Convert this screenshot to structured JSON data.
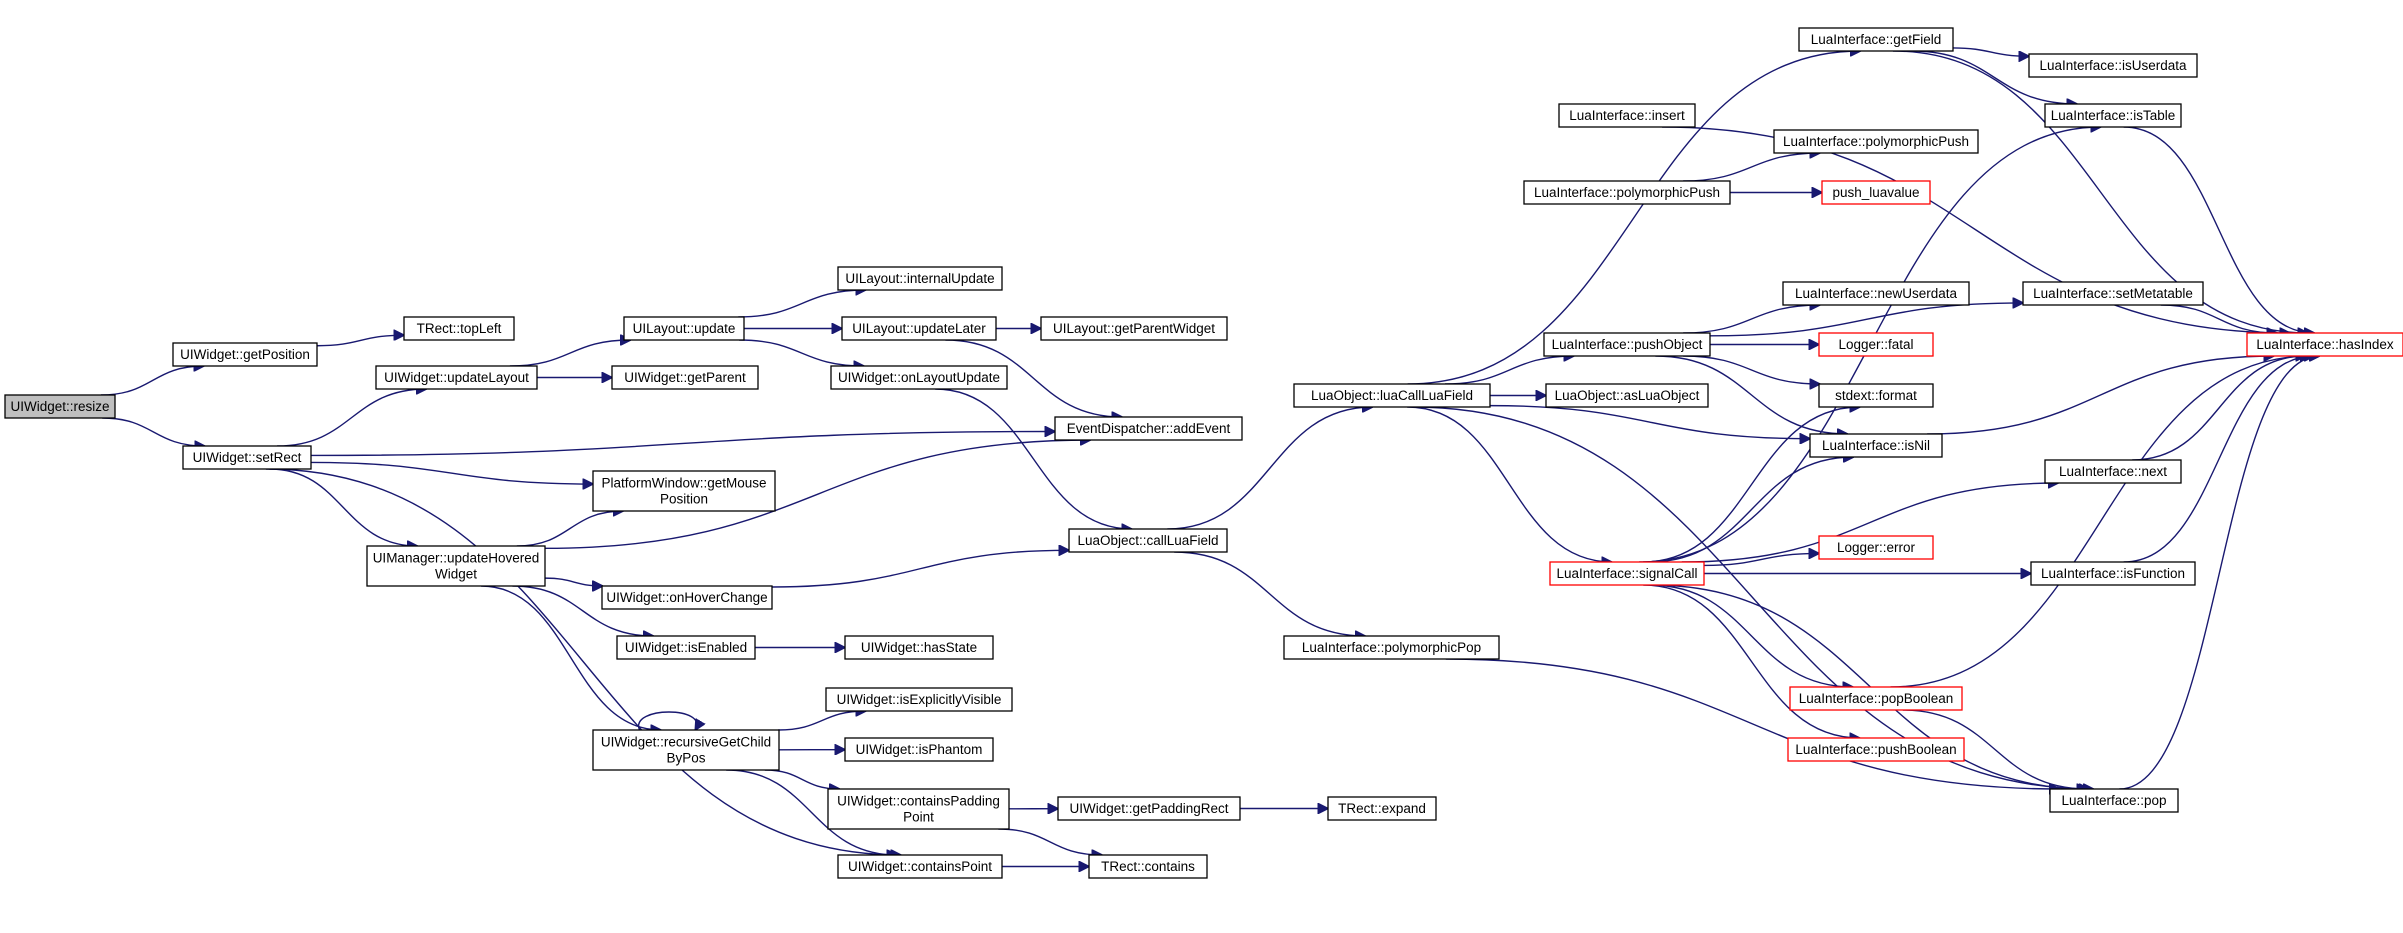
{
  "graph": {
    "edge_color": "#191970",
    "root_fill": "#bfbfbf",
    "highlight_border": "#ff0000",
    "nodes": [
      {
        "id": "resize",
        "lines": [
          "UIWidget::resize"
        ],
        "style": "root"
      },
      {
        "id": "getPosition",
        "lines": [
          "UIWidget::getPosition"
        ]
      },
      {
        "id": "setRect",
        "lines": [
          "UIWidget::setRect"
        ]
      },
      {
        "id": "topLeft",
        "lines": [
          "TRect::topLeft"
        ]
      },
      {
        "id": "updateLayout",
        "lines": [
          "UIWidget::updateLayout"
        ]
      },
      {
        "id": "updateHoveredWidget",
        "lines": [
          "UIManager::updateHovered",
          "Widget"
        ]
      },
      {
        "id": "getMousePosition",
        "lines": [
          "PlatformWindow::getMouse",
          "Position"
        ]
      },
      {
        "id": "recursiveGetChildByPos",
        "lines": [
          "UIWidget::recursiveGetChild",
          "ByPos"
        ]
      },
      {
        "id": "containsPoint",
        "lines": [
          "UIWidget::containsPoint"
        ]
      },
      {
        "id": "layoutUpdate",
        "lines": [
          "UILayout::update"
        ]
      },
      {
        "id": "getParent",
        "lines": [
          "UIWidget::getParent"
        ]
      },
      {
        "id": "onHoverChange",
        "lines": [
          "UIWidget::onHoverChange"
        ]
      },
      {
        "id": "isEnabled",
        "lines": [
          "UIWidget::isEnabled"
        ]
      },
      {
        "id": "internalUpdate",
        "lines": [
          "UILayout::internalUpdate"
        ]
      },
      {
        "id": "updateLater",
        "lines": [
          "UILayout::updateLater"
        ]
      },
      {
        "id": "onLayoutUpdate",
        "lines": [
          "UIWidget::onLayoutUpdate"
        ]
      },
      {
        "id": "hasState",
        "lines": [
          "UIWidget::hasState"
        ]
      },
      {
        "id": "isExplicitlyVisible",
        "lines": [
          "UIWidget::isExplicitlyVisible"
        ]
      },
      {
        "id": "isPhantom",
        "lines": [
          "UIWidget::isPhantom"
        ]
      },
      {
        "id": "containsPaddingPoint",
        "lines": [
          "UIWidget::containsPadding",
          "Point"
        ]
      },
      {
        "id": "getParentWidget",
        "lines": [
          "UILayout::getParentWidget"
        ]
      },
      {
        "id": "addEvent",
        "lines": [
          "EventDispatcher::addEvent"
        ]
      },
      {
        "id": "callLuaField",
        "lines": [
          "LuaObject::callLuaField"
        ]
      },
      {
        "id": "getPaddingRect",
        "lines": [
          "UIWidget::getPaddingRect"
        ]
      },
      {
        "id": "tContains",
        "lines": [
          "TRect::contains"
        ]
      },
      {
        "id": "expand",
        "lines": [
          "TRect::expand"
        ]
      },
      {
        "id": "luaCallLuaField",
        "lines": [
          "LuaObject::luaCallLuaField"
        ]
      },
      {
        "id": "polymorphicPop",
        "lines": [
          "LuaInterface::polymorphicPop"
        ]
      },
      {
        "id": "insert",
        "lines": [
          "LuaInterface::insert"
        ]
      },
      {
        "id": "polymorphicPush",
        "lines": [
          "LuaInterface::polymorphicPush"
        ]
      },
      {
        "id": "pushObject",
        "lines": [
          "LuaInterface::pushObject"
        ]
      },
      {
        "id": "asLuaObject",
        "lines": [
          "LuaObject::asLuaObject"
        ]
      },
      {
        "id": "signalCall",
        "lines": [
          "LuaInterface::signalCall"
        ],
        "style": "red"
      },
      {
        "id": "getField",
        "lines": [
          "LuaInterface::getField"
        ]
      },
      {
        "id": "polymorphicPush2",
        "lines": [
          "LuaInterface::polymorphicPush"
        ]
      },
      {
        "id": "pushLuavalue",
        "lines": [
          "push_luavalue"
        ],
        "style": "red"
      },
      {
        "id": "newUserdata",
        "lines": [
          "LuaInterface::newUserdata"
        ]
      },
      {
        "id": "loggerFatal",
        "lines": [
          "Logger::fatal"
        ],
        "style": "red"
      },
      {
        "id": "stdextFormat",
        "lines": [
          "stdext::format"
        ]
      },
      {
        "id": "isNil",
        "lines": [
          "LuaInterface::isNil"
        ]
      },
      {
        "id": "loggerError",
        "lines": [
          "Logger::error"
        ],
        "style": "red"
      },
      {
        "id": "popBoolean",
        "lines": [
          "LuaInterface::popBoolean"
        ],
        "style": "red"
      },
      {
        "id": "pushBoolean",
        "lines": [
          "LuaInterface::pushBoolean"
        ],
        "style": "red"
      },
      {
        "id": "isUserdata",
        "lines": [
          "LuaInterface::isUserdata"
        ]
      },
      {
        "id": "isTable",
        "lines": [
          "LuaInterface::isTable"
        ]
      },
      {
        "id": "setMetatable",
        "lines": [
          "LuaInterface::setMetatable"
        ]
      },
      {
        "id": "next",
        "lines": [
          "LuaInterface::next"
        ]
      },
      {
        "id": "isFunction",
        "lines": [
          "LuaInterface::isFunction"
        ]
      },
      {
        "id": "pop",
        "lines": [
          "LuaInterface::pop"
        ]
      },
      {
        "id": "hasIndex",
        "lines": [
          "LuaInterface::hasIndex"
        ],
        "style": "red"
      }
    ],
    "edges": [
      [
        "resize",
        "getPosition"
      ],
      [
        "resize",
        "setRect"
      ],
      [
        "getPosition",
        "topLeft"
      ],
      [
        "setRect",
        "updateLayout"
      ],
      [
        "setRect",
        "addEvent"
      ],
      [
        "setRect",
        "getMousePosition"
      ],
      [
        "setRect",
        "updateHoveredWidget"
      ],
      [
        "setRect",
        "containsPoint"
      ],
      [
        "updateLayout",
        "layoutUpdate"
      ],
      [
        "updateLayout",
        "getParent"
      ],
      [
        "layoutUpdate",
        "internalUpdate"
      ],
      [
        "layoutUpdate",
        "updateLater"
      ],
      [
        "layoutUpdate",
        "onLayoutUpdate"
      ],
      [
        "updateLater",
        "getParentWidget"
      ],
      [
        "updateLater",
        "addEvent"
      ],
      [
        "onLayoutUpdate",
        "callLuaField"
      ],
      [
        "updateHoveredWidget",
        "getMousePosition"
      ],
      [
        "updateHoveredWidget",
        "addEvent"
      ],
      [
        "updateHoveredWidget",
        "onHoverChange"
      ],
      [
        "updateHoveredWidget",
        "isEnabled"
      ],
      [
        "updateHoveredWidget",
        "recursiveGetChildByPos"
      ],
      [
        "onHoverChange",
        "callLuaField"
      ],
      [
        "isEnabled",
        "hasState"
      ],
      [
        "recursiveGetChildByPos",
        "recursiveGetChildByPos"
      ],
      [
        "recursiveGetChildByPos",
        "isExplicitlyVisible"
      ],
      [
        "recursiveGetChildByPos",
        "isPhantom"
      ],
      [
        "recursiveGetChildByPos",
        "containsPaddingPoint"
      ],
      [
        "recursiveGetChildByPos",
        "containsPoint"
      ],
      [
        "containsPaddingPoint",
        "getPaddingRect"
      ],
      [
        "containsPaddingPoint",
        "tContains"
      ],
      [
        "getPaddingRect",
        "expand"
      ],
      [
        "containsPoint",
        "tContains"
      ],
      [
        "callLuaField",
        "luaCallLuaField"
      ],
      [
        "callLuaField",
        "polymorphicPop"
      ],
      [
        "polymorphicPop",
        "pop"
      ],
      [
        "luaCallLuaField",
        "getField"
      ],
      [
        "luaCallLuaField",
        "pushObject"
      ],
      [
        "luaCallLuaField",
        "asLuaObject"
      ],
      [
        "luaCallLuaField",
        "isNil"
      ],
      [
        "luaCallLuaField",
        "signalCall"
      ],
      [
        "luaCallLuaField",
        "pop"
      ],
      [
        "insert",
        "hasIndex"
      ],
      [
        "polymorphicPush",
        "polymorphicPush2"
      ],
      [
        "polymorphicPush",
        "pushLuavalue"
      ],
      [
        "pushObject",
        "setMetatable"
      ],
      [
        "pushObject",
        "newUserdata"
      ],
      [
        "pushObject",
        "loggerFatal"
      ],
      [
        "pushObject",
        "stdextFormat"
      ],
      [
        "pushObject",
        "isNil"
      ],
      [
        "signalCall",
        "stdextFormat"
      ],
      [
        "signalCall",
        "isNil"
      ],
      [
        "signalCall",
        "loggerError"
      ],
      [
        "signalCall",
        "isTable"
      ],
      [
        "signalCall",
        "next"
      ],
      [
        "signalCall",
        "isFunction"
      ],
      [
        "signalCall",
        "popBoolean"
      ],
      [
        "signalCall",
        "pushBoolean"
      ],
      [
        "signalCall",
        "pop"
      ],
      [
        "getField",
        "isUserdata"
      ],
      [
        "getField",
        "isTable"
      ],
      [
        "getField",
        "hasIndex"
      ],
      [
        "isTable",
        "hasIndex"
      ],
      [
        "setMetatable",
        "hasIndex"
      ],
      [
        "isNil",
        "hasIndex"
      ],
      [
        "next",
        "hasIndex"
      ],
      [
        "isFunction",
        "hasIndex"
      ],
      [
        "popBoolean",
        "hasIndex"
      ],
      [
        "popBoolean",
        "pop"
      ],
      [
        "pop",
        "hasIndex"
      ]
    ]
  }
}
